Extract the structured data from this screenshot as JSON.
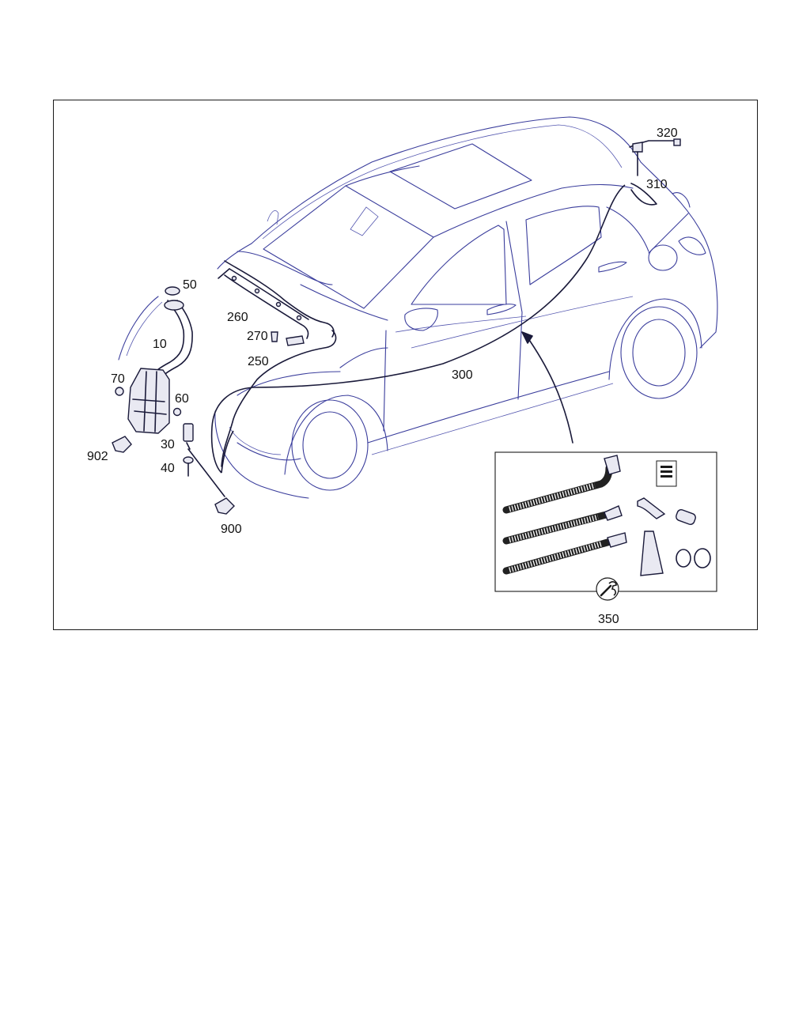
{
  "diagram": {
    "callouts": {
      "c10": "10",
      "c30": "30",
      "c40": "40",
      "c50": "50",
      "c60": "60",
      "c70": "70",
      "c250": "250",
      "c260": "260",
      "c270": "270",
      "c300": "300",
      "c310": "310",
      "c320": "320",
      "c350": "350",
      "c900": "900",
      "c902": "902"
    },
    "colors": {
      "vehicle_outline": "#3a3d9c",
      "part_outline": "#1a1a3a",
      "text": "#111111"
    },
    "icons": {
      "repair_kit": "wrench-icon"
    }
  }
}
